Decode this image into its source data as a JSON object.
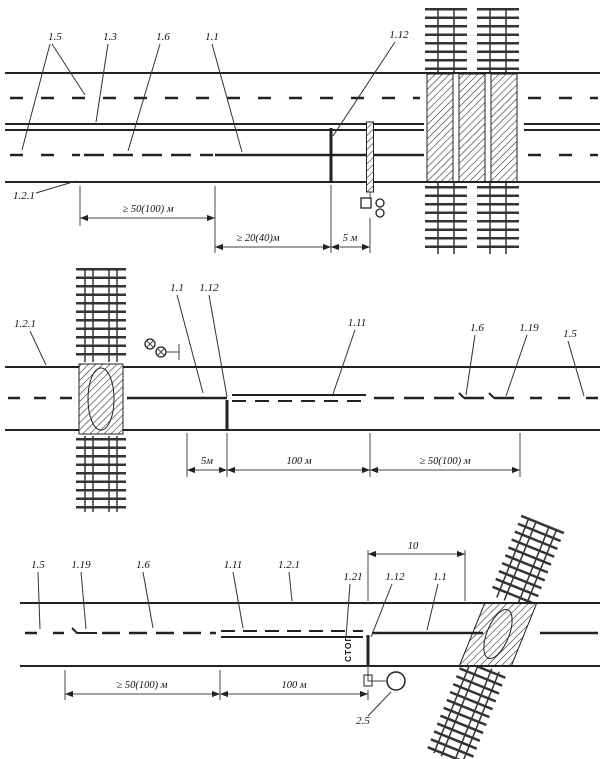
{
  "page": {
    "background": "#ffffff",
    "ink": "#222222"
  },
  "markings": {
    "m1_1": "1.1",
    "m1_2_1": "1.2.1",
    "m1_3": "1.3",
    "m1_5": "1.5",
    "m1_6": "1.6",
    "m1_11": "1.11",
    "m1_12": "1.12",
    "m1_19": "1.19",
    "m1_21": "1.21",
    "sign2_5": "2.5"
  },
  "dimensions": {
    "ge50_100": "≥ 50(100) м",
    "ge20_40": "≥ 20(40)м",
    "d5_sp": "5 м",
    "d5": "5м",
    "d100": "100 м",
    "d10": "10"
  },
  "stop_word": "СТОП",
  "icons": {
    "crossing_signal": "railway-crossing-signal-icon",
    "barrier": "crossing-barrier-icon",
    "sign_circle": "road-sign-2-5-icon"
  }
}
